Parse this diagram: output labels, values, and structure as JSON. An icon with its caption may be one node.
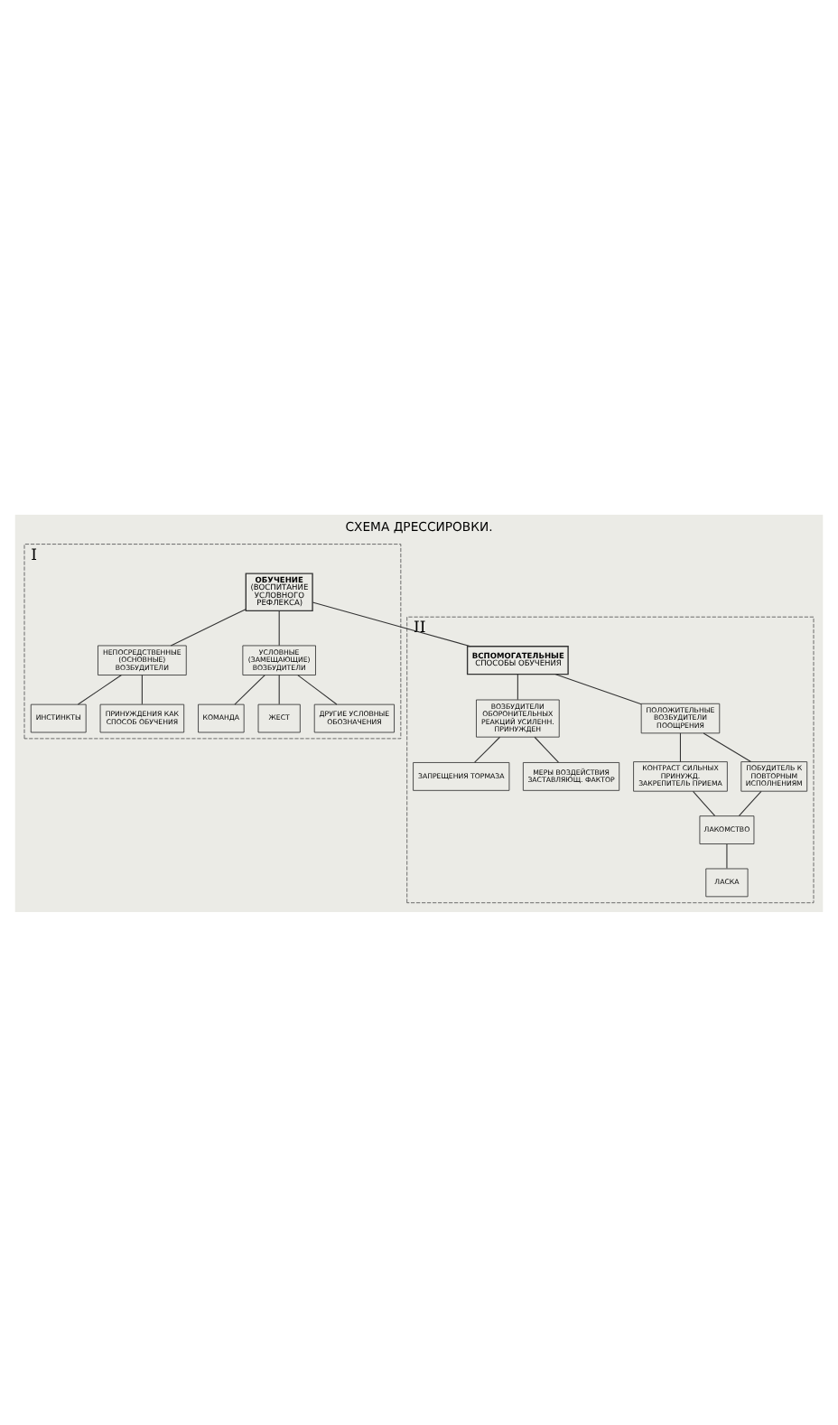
{
  "diagram": {
    "title": "СХЕМА ДРЕССИРОВКИ.",
    "nodes": [
      {
        "text": [
          "I"
        ]
      },
      {
        "text": [
          "ОБУЧЕНИЕ",
          "(ВОСПИТАНИЕ УСЛОВНОГО РЕФЛЕКСА)"
        ],
        "in": 0
      },
      {
        "text": [
          "НЕПОСРЕДСТВЕННЫЕ (ОСНОВНЫЕ) ВОЗБУДИТЕЛИ"
        ],
        "in": 0
      },
      {
        "text": [
          "ИНСТИНКТЫ"
        ],
        "in": 0
      },
      {
        "text": [
          "ПРИНУЖДЕНИЯ КАК СПОСОБ ОБУЧЕНИЯ"
        ],
        "in": 0
      },
      {
        "text": [
          "УСЛОВНЫЕ (ЗАМЕЩАЮЩИЕ) ВОЗБУДИТЕЛИ"
        ],
        "in": 0
      },
      {
        "text": [
          "КОМАНДА"
        ],
        "in": 0
      },
      {
        "text": [
          "ЖЕСТ"
        ],
        "in": 0
      },
      {
        "text": [
          "ДРУГИЕ УСЛОВНЫЕ ОБОЗНАЧЕНИЯ"
        ],
        "in": 0
      },
      {
        "text": [
          "II"
        ]
      },
      {
        "text": [
          "ВСПОМОГАТЕЛЬНЫЕ",
          "СПОСОБЫ ОБУЧЕНИЯ"
        ],
        "in": 9
      },
      {
        "text": [
          "ВОЗБУДИТЕЛИ ОБОРОНИТЕЛЬНЫХ РЕАКЦИЙ УСИЛЕНН. ПРИНУЖДЕН"
        ],
        "in": 9
      },
      {
        "text": [
          "ЗАПРЕЩЕНИЯ ТОРМАЗА"
        ],
        "in": 9
      },
      {
        "text": [
          "МЕРЫ ВОЗДЕЙСТВИЯ ЗАСТАВЛЯЮЩ. ФАКТОР"
        ],
        "in": 9
      },
      {
        "text": [
          "ПОЛОЖИТЕЛЬНЫЕ ВОЗБУДИТЕЛИ ПООЩРЕНИЯ"
        ],
        "in": 9
      },
      {
        "text": [
          "КОНТРАСТ СИЛЬНЫХ ПРИНУЖД. ЗАКРЕПИТЕЛЬ ПРИЕМА"
        ],
        "in": 9
      },
      {
        "text": [
          "ПОБУДИТЕЛЬ К ПОВТОРНЫМ ИСПОЛНЕНИЯМ"
        ],
        "in": 9
      },
      {
        "text": [
          "ЛАКОМСТВО"
        ],
        "in": 9
      },
      {
        "text": [
          "ЛАСКА"
        ],
        "in": 9
      }
    ],
    "edges": [
      {
        "from": 1,
        "to": 2,
        "arrow": "none"
      },
      {
        "from": 1,
        "to": 10,
        "arrow": "none"
      },
      {
        "from": 1,
        "to": 5,
        "arrow": "none"
      },
      {
        "from": 2,
        "to": 3,
        "arrow": "none"
      },
      {
        "from": 2,
        "to": 4,
        "arrow": "none"
      },
      {
        "from": 5,
        "to": 6,
        "arrow": "none"
      },
      {
        "from": 5,
        "to": 7,
        "arrow": "none"
      },
      {
        "from": 5,
        "to": 8,
        "arrow": "none"
      },
      {
        "from": 10,
        "to": 11,
        "arrow": "none"
      },
      {
        "from": 10,
        "to": 14,
        "arrow": "none"
      },
      {
        "from": 11,
        "to": 12,
        "arrow": "none"
      },
      {
        "from": 11,
        "to": 13,
        "arrow": "none"
      },
      {
        "from": 14,
        "to": 15,
        "arrow": "none"
      },
      {
        "from": 14,
        "to": 16,
        "arrow": "none"
      },
      {
        "from": 15,
        "to": 17,
        "arrow": "none"
      },
      {
        "from": 16,
        "to": 17,
        "arrow": "none"
      },
      {
        "from": 17,
        "to": 18,
        "arrow": "none"
      }
    ]
  }
}
